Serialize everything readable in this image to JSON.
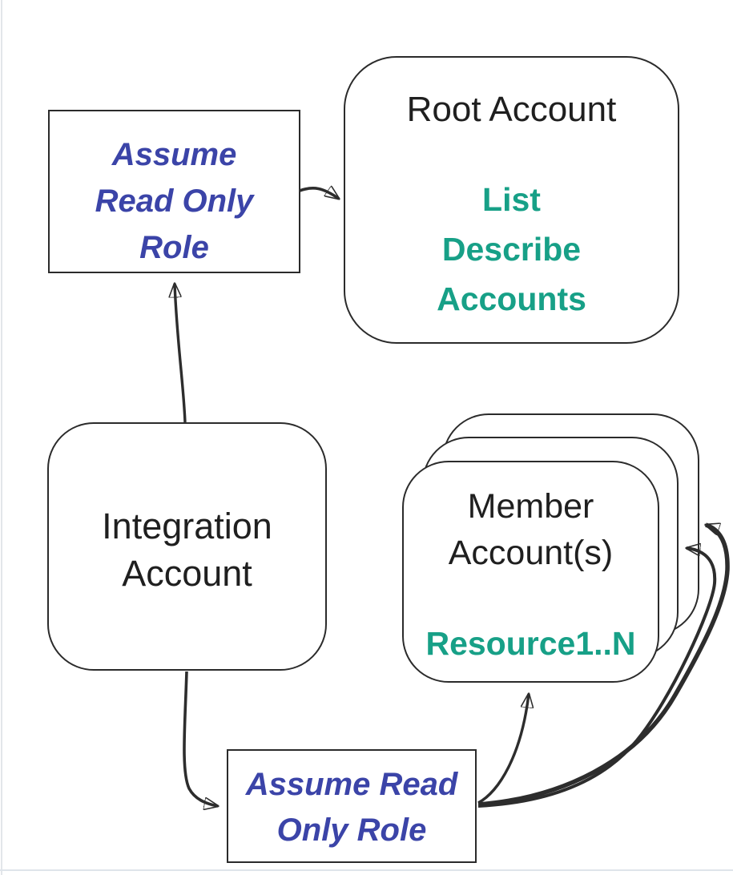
{
  "diagram": {
    "nodes": {
      "assume_top": {
        "line1": "Assume",
        "line2": "Read Only",
        "line3": "Role"
      },
      "root": {
        "title": "Root Account",
        "action1": "List",
        "action2": "Describe",
        "action3": "Accounts"
      },
      "integration": {
        "line1": "Integration",
        "line2": "Account"
      },
      "member": {
        "line1": "Member",
        "line2": "Account(s)",
        "resources": "Resource1..N"
      },
      "assume_bottom": {
        "line1": "Assume Read",
        "line2": "Only Role"
      }
    },
    "colors": {
      "role_text_blue": "#3b44a8",
      "action_text_green": "#17a087",
      "line_stroke": "#2d2d2d",
      "background": "#ffffff"
    }
  }
}
